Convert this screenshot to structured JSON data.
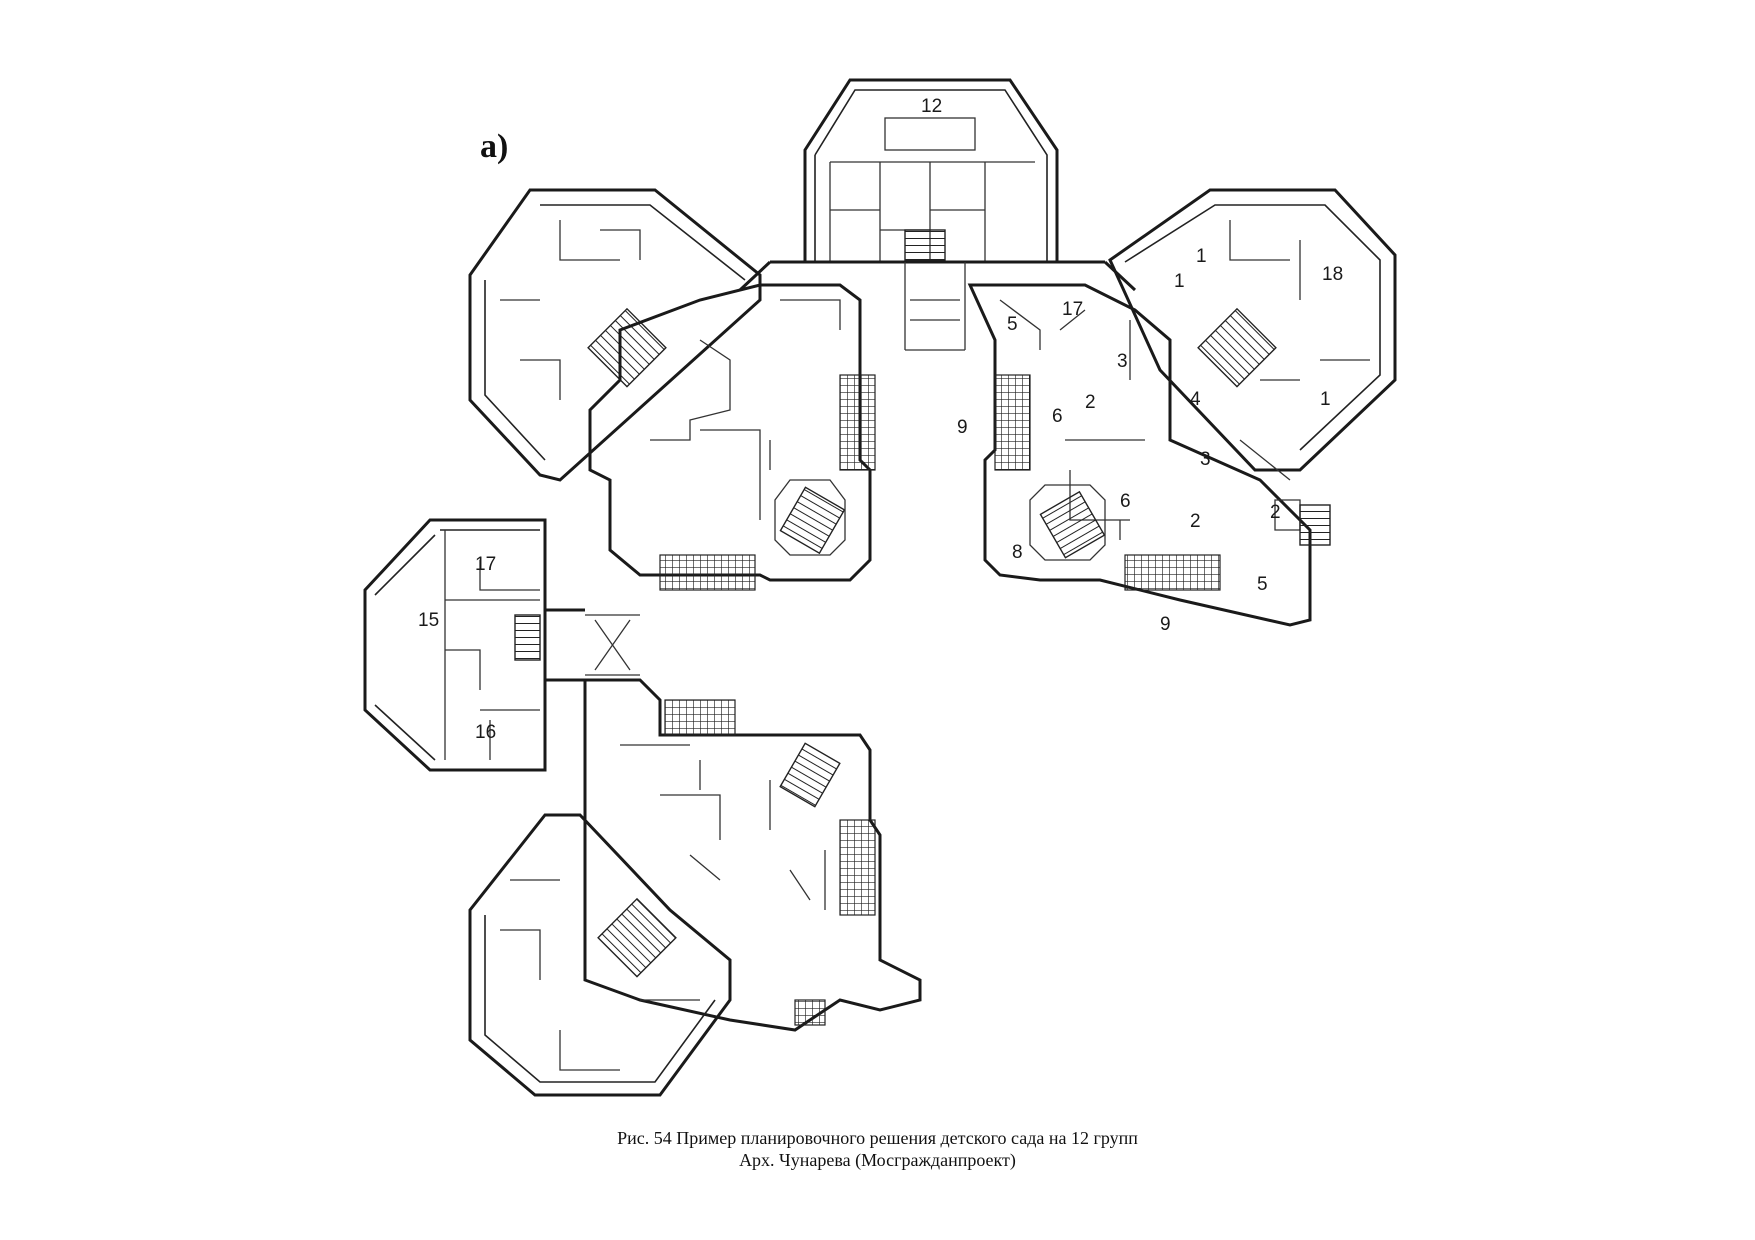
{
  "sublabel": "а)",
  "room_numbers": {
    "n12": "12",
    "n1a": "1",
    "n1b": "1",
    "n1c": "1",
    "n18": "18",
    "n17a": "17",
    "n5a": "5",
    "n3a": "3",
    "n2a": "2",
    "n4": "4",
    "n6a": "6",
    "n9a": "9",
    "n3b": "3",
    "n6b": "6",
    "n2b": "2",
    "n2c": "2",
    "n8": "8",
    "n5b": "5",
    "n9b": "9",
    "n17b": "17",
    "n15": "15",
    "n16": "16"
  },
  "caption": {
    "line1": "Рис. 54 Пример планировочного решения детского сада на 12 групп",
    "line2": "Арх. Чунарева (Мосгражданпроект)"
  }
}
